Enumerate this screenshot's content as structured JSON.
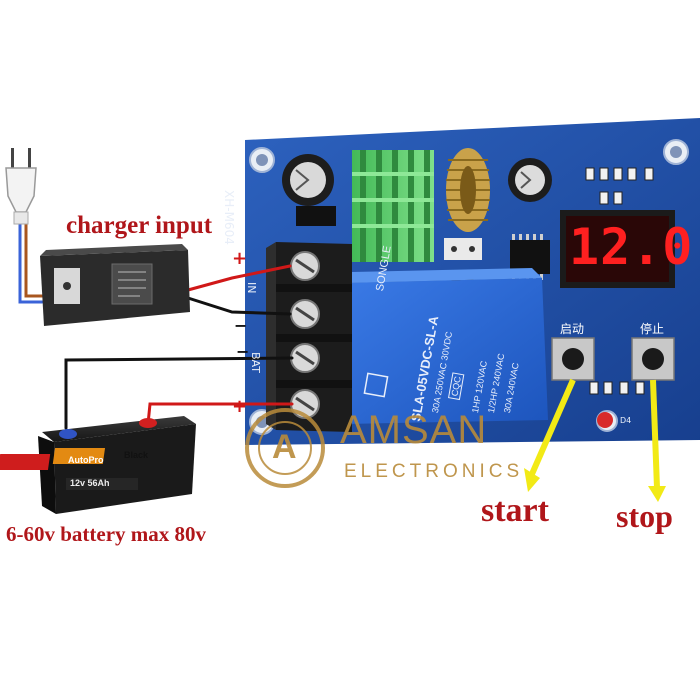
{
  "captions": {
    "charger_input": "charger input",
    "battery": "6-60v battery max 80v",
    "start": "start",
    "stop": "stop"
  },
  "board": {
    "model": "XH-M604",
    "display_value": "12.0",
    "terminal_in": "IN",
    "terminal_bat": "BAT",
    "plus_sign": "+",
    "minus_sign": "−",
    "start_chinese": "启动",
    "stop_chinese": "停止",
    "led_ref": "D4"
  },
  "relay": {
    "brand": "SONGLE",
    "model": "SLA-05VDC-SL-A",
    "rating_1": "30A 250VAC 30VDC",
    "rating_2": "1HP 120VAC",
    "rating_3": "1/2HP 240VAC",
    "rating_4": "30A 240VAC",
    "cqc": "CQC"
  },
  "battery_labels": {
    "brand_left": "AutoPro",
    "brand_right": "Black",
    "spec": "12v 56Ah"
  },
  "watermark": {
    "letter": "A",
    "name": "AMSAN",
    "sub": "ELECTRONICS"
  },
  "colors": {
    "pcb_blue": "#1e4fa8",
    "relay_blue": "#2a67d4",
    "display_red": "#ff2020",
    "arrow_yellow": "#f2ea16",
    "caption_red": "#b0161a",
    "watermark_gold": "#b98b3a"
  }
}
